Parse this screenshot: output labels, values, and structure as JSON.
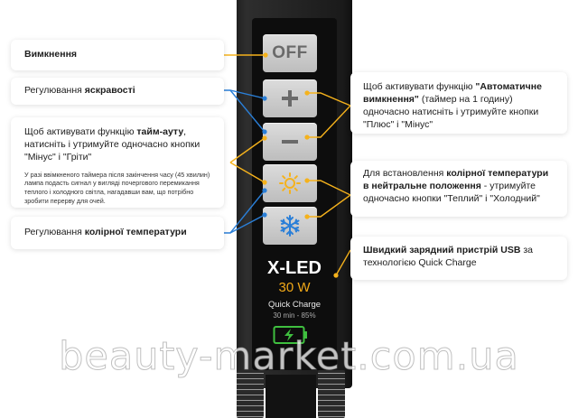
{
  "left_cards": {
    "off": {
      "label": "Вимкнення"
    },
    "brightness": {
      "prefix": "Регулювання ",
      "bold": "яскравості"
    },
    "timeout": {
      "p1": "Щоб активувати функцію ",
      "bold": "тайм-ауту",
      "p2": ", натисніть і утримуйте одночасно кнопки \"Мінус\" і \"Гріти\"",
      "note": "У разі ввімкненого таймера після закінчення часу (45 хвилин) лампа подасть сигнал у вигляді почергового перемикання теплого і холодного світла, нагадавши вам, що потрібно зробити перерву для очей."
    },
    "color_temp": {
      "prefix": "Регулювання ",
      "bold": "колірної температури"
    }
  },
  "right_cards": {
    "auto_off": {
      "p1": "Щоб активувати функцію ",
      "bold": "\"Автоматичне вимкнення\"",
      "p2": " (таймер на 1 годину) одночасно натисніть і утримуйте кнопки \"Плюс\" і \"Мінус\""
    },
    "neutral": {
      "p1": "Для встановлення ",
      "bold": "колірної температури в нейтральне положення",
      "p2": " - утримуйте одночасно кнопки \"Теплий\" і \"Холодний\""
    },
    "usb": {
      "bold": "Швидкий зарядний пристрій USB",
      "p2": " за технологією Quick Charge"
    }
  },
  "device": {
    "off_label": "OFF",
    "brand_x": "X",
    "brand_led": "-LED",
    "power": "30 W",
    "qc_title": "Quick Charge",
    "qc_detail": "30 min - 85%"
  },
  "colors": {
    "accent_blue": "#2a7fd8",
    "accent_yellow": "#f5b21c",
    "power_text": "#f0a818",
    "battery_green": "#3fbf3f"
  },
  "icons": [
    "plus-icon",
    "minus-icon",
    "sun-icon",
    "snowflake-icon",
    "battery-charging-icon"
  ],
  "watermark": "beauty-market.com.ua"
}
